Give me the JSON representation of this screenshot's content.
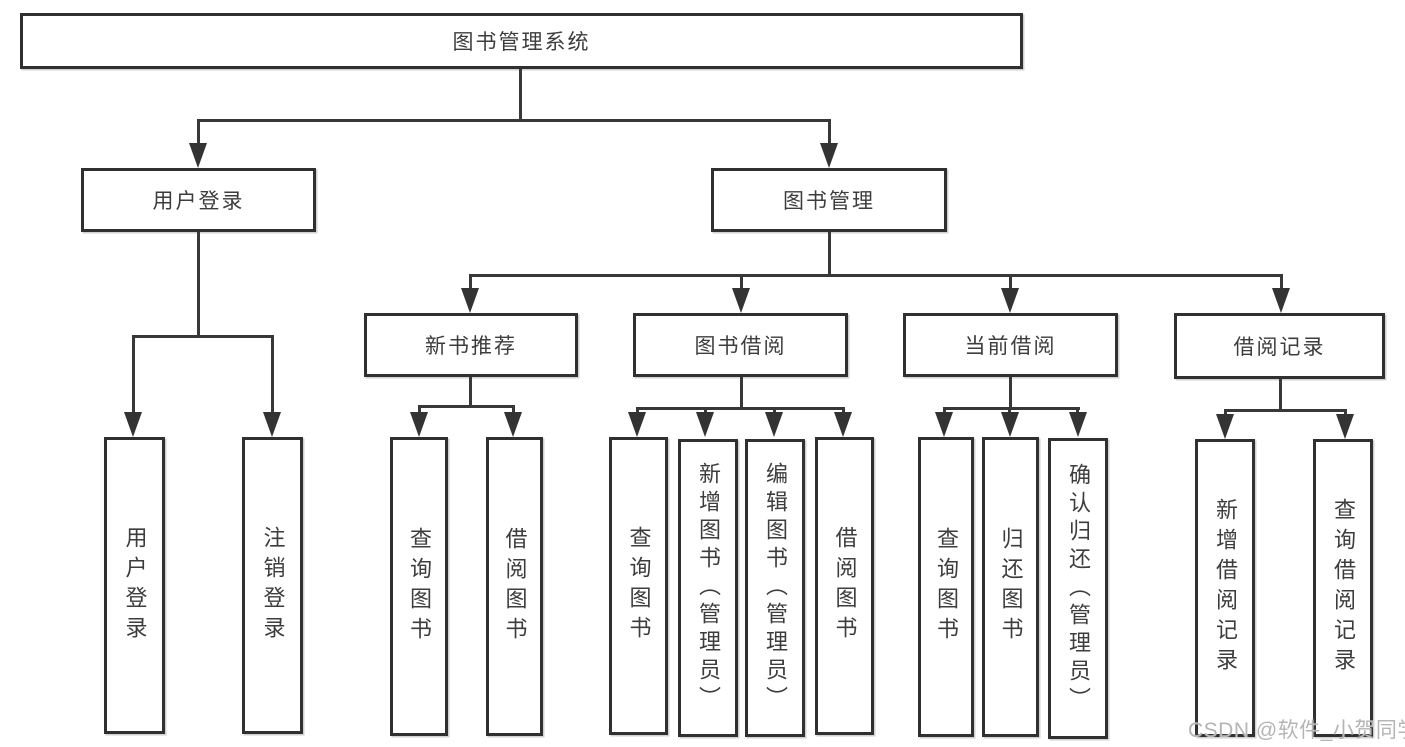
{
  "nodes": {
    "root": "图书管理系统",
    "user_login": "用户登录",
    "book_mgmt": "图书管理",
    "new_book": "新书推荐",
    "book_borrow": "图书借阅",
    "current_borrow": "当前借阅",
    "borrow_records": "借阅记录"
  },
  "leaves": {
    "user_login": [
      "用户登录",
      "注销登录"
    ],
    "new_book": [
      "查询图书",
      "借阅图书"
    ],
    "book_borrow": [
      "查询图书",
      "新增图书（管理员）",
      "编辑图书（管理员）",
      "借阅图书"
    ],
    "current_borrow": [
      "查询图书",
      "归还图书",
      "确认归还（管理员）"
    ],
    "borrow_records": [
      "新增借阅记录",
      "查询借阅记录"
    ]
  },
  "watermark": "CSDN @软件_小贺同学",
  "colors": {
    "line": "#383838",
    "border": "#303030",
    "text": "#3d3d3d",
    "watermark": "#b5b5b5",
    "background": "#ffffff"
  }
}
